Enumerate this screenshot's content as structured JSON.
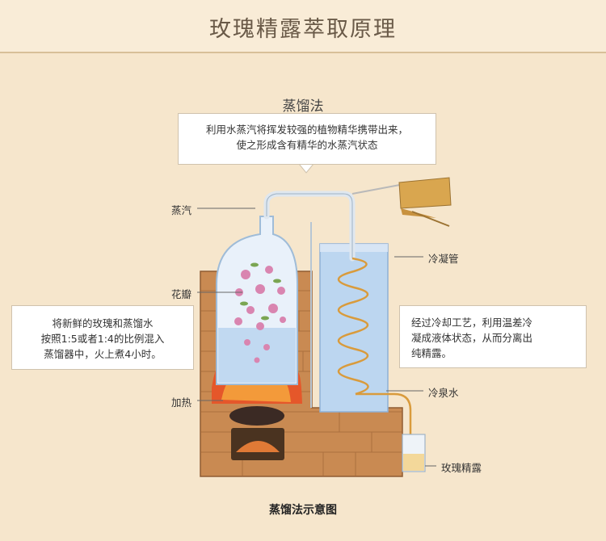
{
  "header": {
    "title": "玫瑰精露萃取原理"
  },
  "method": {
    "title": "蒸馏法"
  },
  "callouts": {
    "top": [
      "利用水蒸汽将挥发较强的植物精华携带出来，",
      "使之形成含有精华的水蒸汽状态"
    ],
    "left": [
      "将新鲜的玫瑰和蒸馏水",
      "按照1:5或者1:4的比例混入",
      "蒸馏器中，火上煮4小时。"
    ],
    "right": [
      "经过冷却工艺，利用温差冷",
      "凝成液体状态，从而分离出",
      "纯精露。"
    ]
  },
  "labels": {
    "steam": "蒸汽",
    "petals": "花瓣",
    "heating": "加热",
    "condenser": "冷凝管",
    "cold_water": "冷泉水",
    "hydrosol": "玫瑰精露"
  },
  "caption": "蒸馏法示意图",
  "colors": {
    "background": "#f6e6cc",
    "brick": "#c98a52",
    "flame": "#e5572a",
    "water": "#bcd6f0",
    "petal": "#d985b0"
  }
}
